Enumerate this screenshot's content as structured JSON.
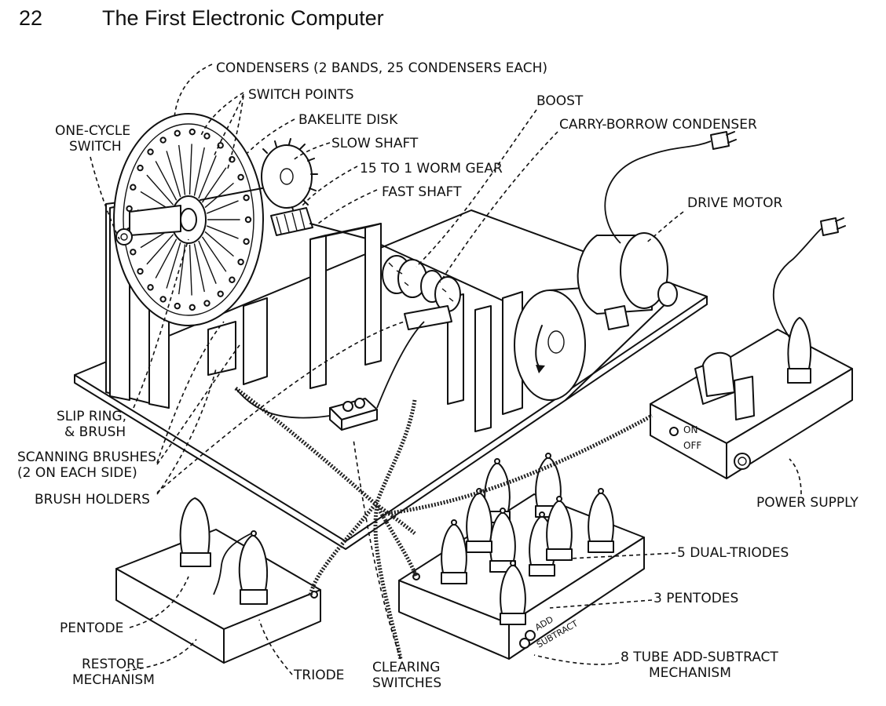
{
  "header": {
    "page_number": "22",
    "title": "The First Electronic Computer"
  },
  "labels": {
    "condensers": "CONDENSERS (2 BANDS, 25 CONDENSERS EACH)",
    "switch_points": "SWITCH POINTS",
    "bakelite_disk": "BAKELITE DISK",
    "slow_shaft": "SLOW SHAFT",
    "worm_gear": "15 TO 1 WORM GEAR",
    "fast_shaft": "FAST SHAFT",
    "boost": "BOOST",
    "carry_borrow": "CARRY-BORROW CONDENSER",
    "drive_motor": "DRIVE MOTOR",
    "one_cycle_1": "ONE-CYCLE",
    "one_cycle_2": "SWITCH",
    "slip_ring_1": "SLIP RING,",
    "slip_ring_2": "& BRUSH",
    "scanning_1": "SCANNING BRUSHES",
    "scanning_2": "(2 ON EACH SIDE)",
    "brush_holders": "BRUSH HOLDERS",
    "power_supply": "POWER SUPPLY",
    "dual_triodes": "5 DUAL-TRIODES",
    "pentodes": "3 PENTODES",
    "pentode": "PENTODE",
    "restore_1": "RESTORE",
    "restore_2": "MECHANISM",
    "triode": "TRIODE",
    "clearing_1": "CLEARING",
    "clearing_2": "SWITCHES",
    "addsub_1": "8 TUBE ADD-SUBTRACT",
    "addsub_2": "MECHANISM",
    "on": "ON",
    "off": "OFF",
    "panel_add": "ADD",
    "panel_subtract": "SUBTRACT"
  }
}
